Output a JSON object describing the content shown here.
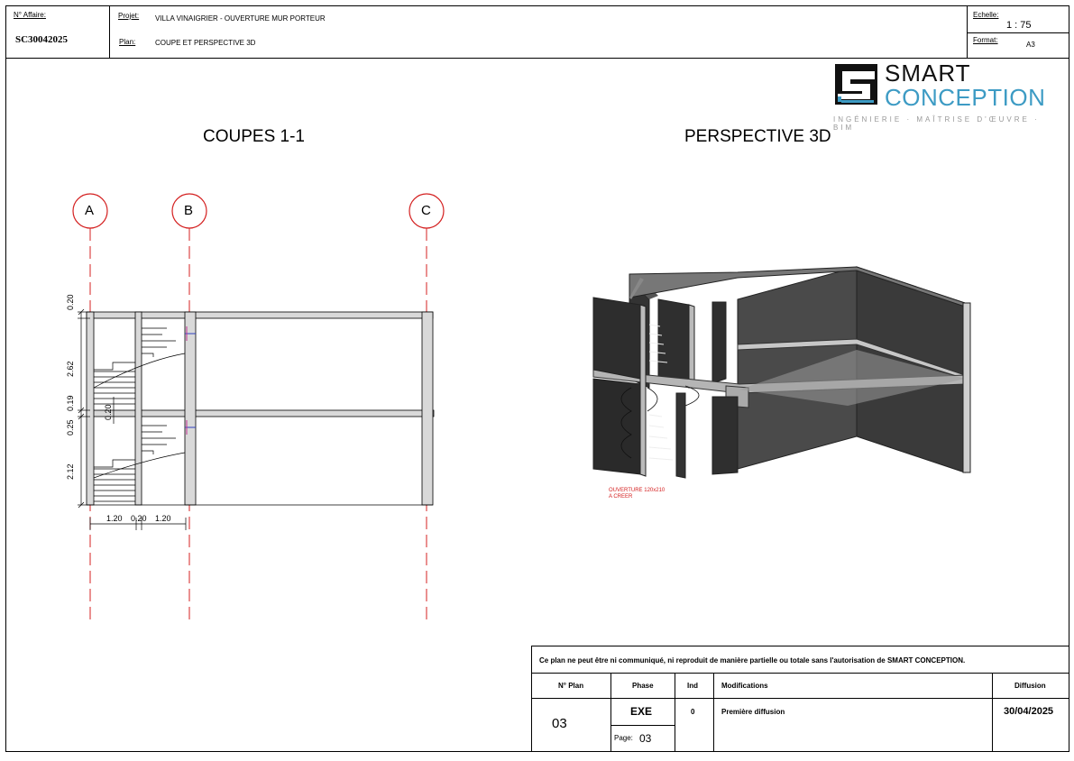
{
  "header": {
    "affaire_label": "N° Affaire:",
    "affaire_value": "SC30042025",
    "projet_label": "Projet:",
    "projet_value": "VILLA VINAIGRIER - OUVERTURE MUR PORTEUR",
    "plan_label": "Plan:",
    "plan_value": "COUPE ET PERSPECTIVE 3D",
    "echelle_label": "Echelle:",
    "echelle_value": "1 : 75",
    "format_label": "Format:",
    "format_value": "A3"
  },
  "logo": {
    "line1": "SMART",
    "line2": "CONCEPTION",
    "tagline": "INGÉNIERIE · MAÎTRISE D'ŒUVRE · BIM",
    "accent_color": "#3d9bc4"
  },
  "section": {
    "title": "COUPES 1-1",
    "axes": [
      "A",
      "B",
      "C"
    ],
    "vertical_dims": [
      "0.20",
      "2.62",
      "0.19",
      "0.25",
      "0.20",
      "2.12"
    ],
    "horizontal_dims": [
      "1.20",
      "0.20",
      "1.20"
    ]
  },
  "perspective": {
    "title": "PERSPECTIVE 3D",
    "annotation_line1": "OUVERTURE 120x210",
    "annotation_line2": "A CREER"
  },
  "title_block": {
    "notice": "Ce plan ne peut être ni communiqué, ni reproduit de manière partielle ou totale sans l'autorisation de SMART CONCEPTION.",
    "col_plan": "N° Plan",
    "col_phase": "Phase",
    "col_ind": "Ind",
    "col_modifications": "Modifications",
    "col_diffusion": "Diffusion",
    "plan_number": "03",
    "phase": "EXE",
    "ind": "0",
    "modification": "Première diffusion",
    "diffusion_date": "30/04/2025",
    "page_label": "Page:",
    "page_value": "03"
  }
}
